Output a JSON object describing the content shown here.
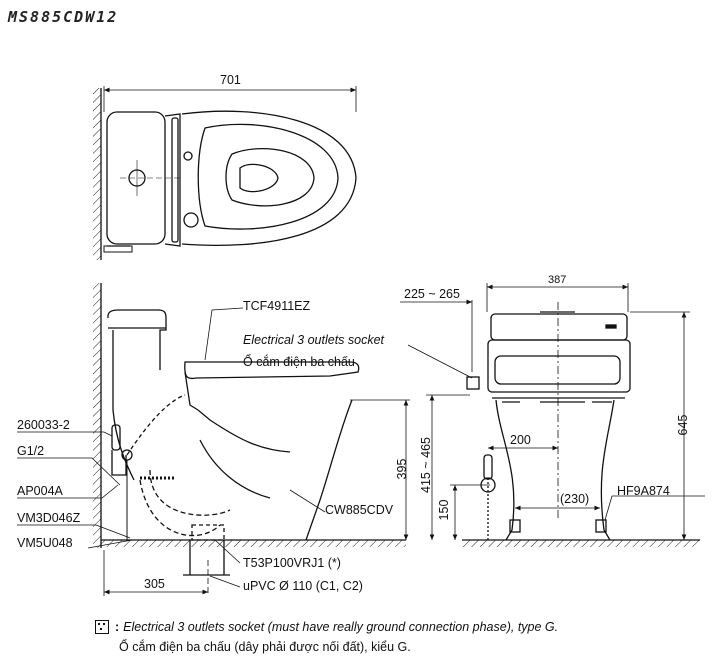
{
  "model": "MS885CDW12",
  "dimensions": {
    "top_width": "701",
    "side_depth": "305",
    "side_height": "395",
    "rough_in_range": "415 ~ 465",
    "floor_to_center": "150",
    "front_width": "387",
    "socket_offset": "225 ~ 265",
    "front_height": "645",
    "inlet_offset": "200",
    "foot_spacing": "(230)"
  },
  "labels": {
    "seat_model": "TCF4911EZ",
    "socket_en": "Electrical 3 outlets socket",
    "socket_vi": "Ổ cắm điện ba chấu",
    "part_valve": "260033-2",
    "part_thread": "G1/2",
    "part_hose": "AP004A",
    "part_flange": "VM3D046Z",
    "part_bolt": "VM5U048",
    "bowl_model": "CW885CDV",
    "drain_model": "T53P100VRJ1 (*)",
    "pipe": "uPVC Ø 110 (C1, C2)",
    "front_bolt": "HF9A874"
  },
  "note": {
    "line1": "Electrical 3 outlets socket (must have really ground connection phase), type G.",
    "line2": "Ổ cắm điện ba chấu (dây phải được nối đất), kiểu G."
  }
}
